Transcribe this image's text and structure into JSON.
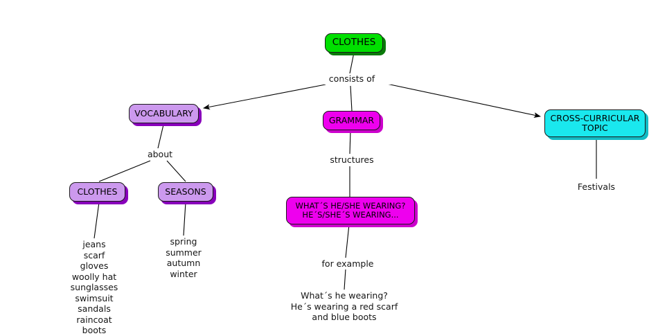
{
  "map": {
    "title": "CLOTHES",
    "root": {
      "label": "CLOTHES",
      "color": "#00e000"
    },
    "branch_link_label": "consists of",
    "nodes": {
      "vocabulary": {
        "label": "VOCABULARY",
        "color": "#cc99ee"
      },
      "grammar": {
        "label": "GRAMMAR",
        "color": "#ee00ee"
      },
      "cross_curricular": {
        "label": "CROSS-CURRICULAR\nTOPIC",
        "color": "#1ae8ee"
      },
      "vocab_clothes": {
        "label": "CLOTHES",
        "color": "#cc99ee"
      },
      "vocab_seasons": {
        "label": "SEASONS",
        "color": "#cc99ee"
      },
      "grammar_structures": {
        "label": "WHAT´S HE/SHE WEARING?\nHE´S/SHE´S WEARING...",
        "color": "#ee00ee"
      }
    },
    "link_labels": {
      "about": "about",
      "structures": "structures",
      "for_example": "for example"
    },
    "leaf_text": {
      "clothes_items": "jeans\nscarf\ngloves\nwoolly hat\nsunglasses\nswimsuit\nsandals\nraincoat\nboots",
      "seasons_items": "spring\nsummer\nautumn\nwinter",
      "festivals": "Festivals",
      "example_sentences": "What´s he wearing?\nHe´s wearing a red scarf\nand blue boots"
    }
  }
}
